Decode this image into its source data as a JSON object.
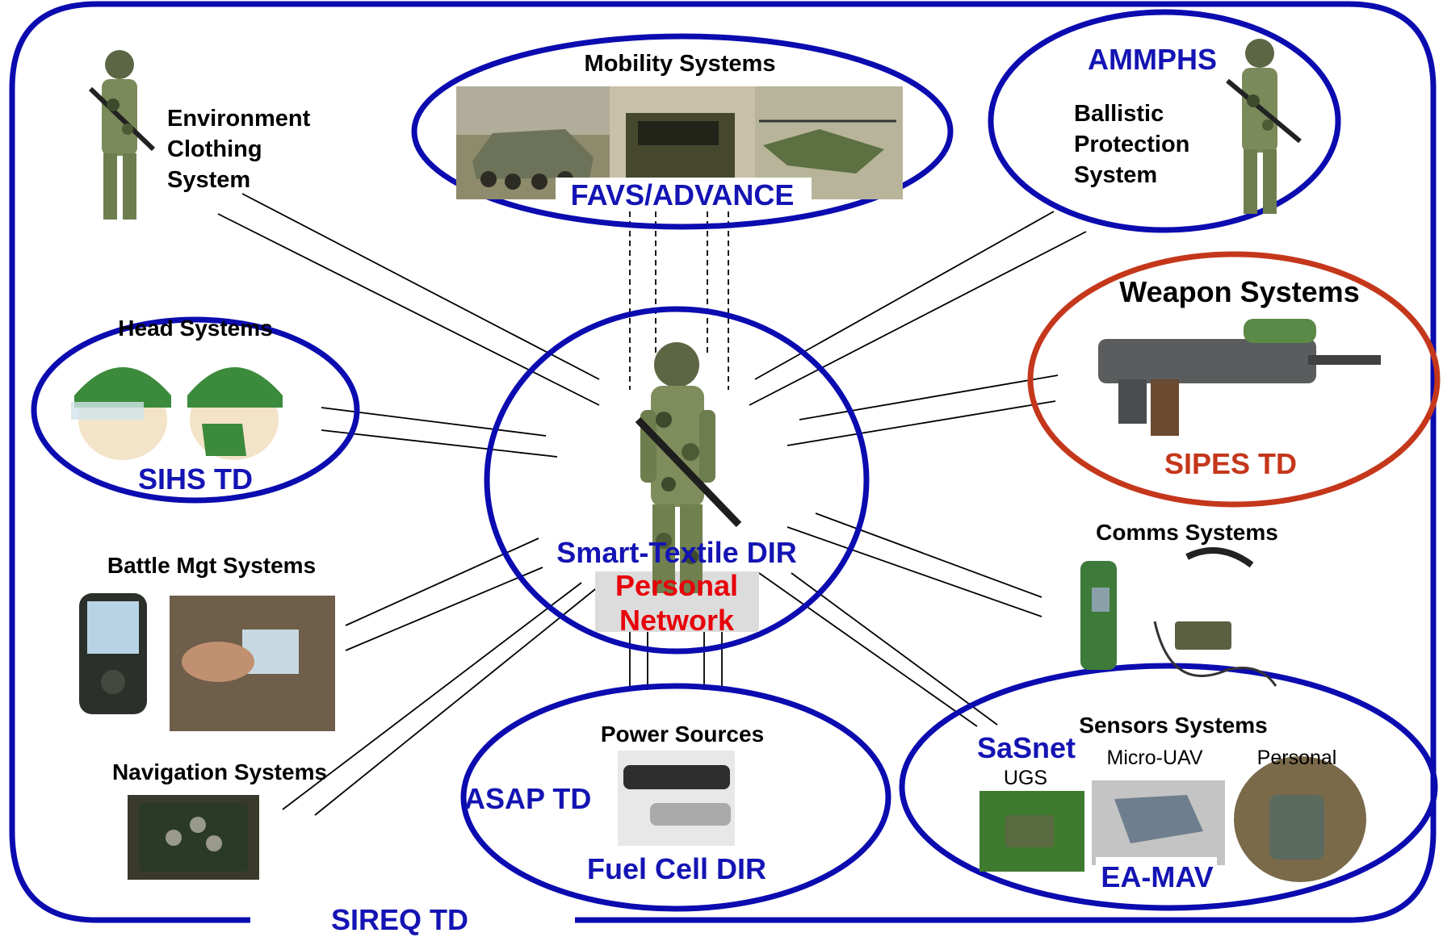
{
  "title": "SIREQ TD",
  "center": {
    "label_top": "Smart-Textile DIR",
    "label_bottom_1": "Personal",
    "label_bottom_2": "Network"
  },
  "environment": {
    "line1": "Environment",
    "line2": "Clothing",
    "line3": "System"
  },
  "mobility": {
    "title": "Mobility Systems",
    "program": "FAVS/ADVANCE"
  },
  "ammphs": {
    "program": "AMMPHS",
    "line1": "Ballistic",
    "line2": "Protection",
    "line3": "System"
  },
  "head": {
    "title": "Head Systems",
    "program": "SIHS TD"
  },
  "weapon": {
    "title": "Weapon Systems",
    "program": "SIPES TD"
  },
  "battle": {
    "title": "Battle Mgt Systems"
  },
  "comms": {
    "title": "Comms Systems"
  },
  "navigation": {
    "title": "Navigation Systems"
  },
  "power": {
    "title": "Power Sources",
    "program_left": "ASAP TD",
    "program_bottom": "Fuel Cell DIR"
  },
  "sensors": {
    "title": "Sensors Systems",
    "program": "SaSnet",
    "ugs": "UGS",
    "micro_uav": "Micro-UAV",
    "personal": "Personal",
    "program_bottom": "EA-MAV"
  },
  "colors": {
    "blue": "#1414b4",
    "red": "#e8000b",
    "weapon_ring": "#c4371b"
  }
}
